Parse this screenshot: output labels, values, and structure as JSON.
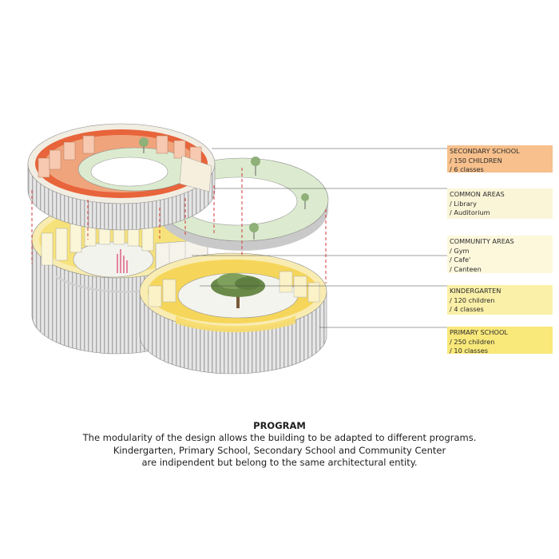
{
  "legend": {
    "secondary": {
      "title": "SECONDARY SCHOOL",
      "line1": "/ 150 CHILDREN",
      "line2": "/ 6 classes",
      "color": "#f7c08c"
    },
    "common": {
      "title": "COMMON AREAS",
      "line1": "/ Library",
      "line2": "/ Auditorium",
      "color": "#fbf5d8"
    },
    "community": {
      "title": "COMMUNITY AREAS",
      "line1": "/ Gym",
      "line2": "/ Cafe'",
      "line3": "/ Canteen",
      "color": "#fdf8dc"
    },
    "kindergarten": {
      "title": "KINDERGARTEN",
      "line1": "/ 120 children",
      "line2": "/ 4 classes",
      "color": "#fbf0a8"
    },
    "primary": {
      "title": "PRIMARY SCHOOL",
      "line1": "/ 250 children",
      "line2": "/ 10 classes",
      "color": "#f9e87a"
    }
  },
  "caption": {
    "title": "PROGRAM",
    "line1": "The modularity of the design allows the building to be adapted to different programs.",
    "line2": "Kindergarten, Primary School, Secondary School and Community Center",
    "line3": "are indipendent but belong to the same architectural entity."
  },
  "colors": {
    "secondary_band": "#e8643a",
    "green_ring": "#dcebcf",
    "upper_yellow": "#f7e37a",
    "lower_yellow": "#f5d65a",
    "wall": "#d9d9d9",
    "red_dash": "#d43a3a",
    "leader": "#444444"
  }
}
